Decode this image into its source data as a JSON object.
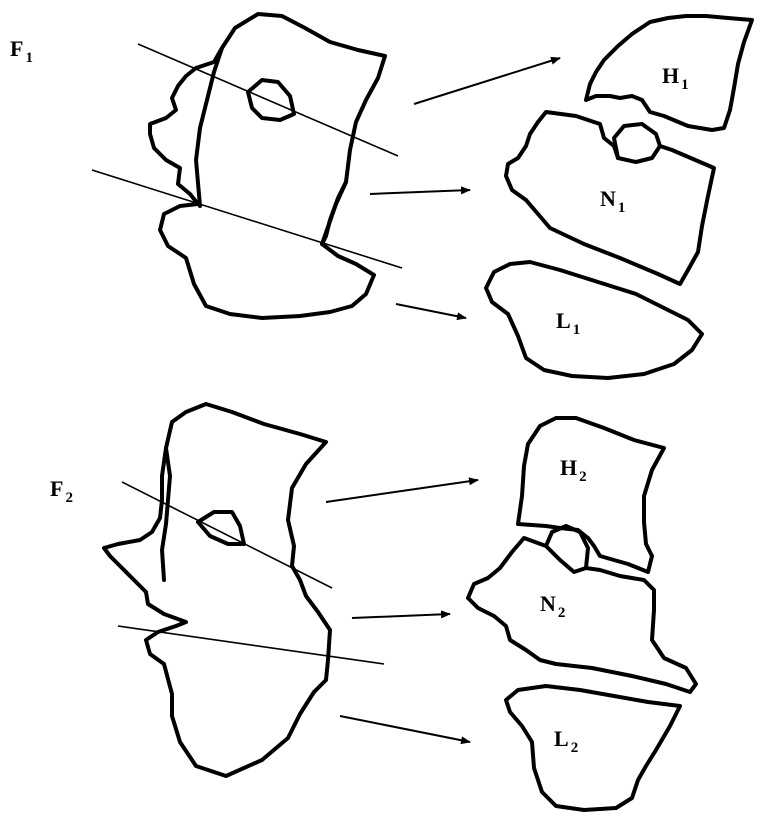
{
  "figure_1": {
    "source": {
      "letter": "F",
      "index": "1"
    },
    "pieces": [
      {
        "letter": "H",
        "index": "1"
      },
      {
        "letter": "N",
        "index": "1"
      },
      {
        "letter": "L",
        "index": "1"
      }
    ]
  },
  "figure_2": {
    "source": {
      "letter": "F",
      "index": "2"
    },
    "pieces": [
      {
        "letter": "H",
        "index": "2"
      },
      {
        "letter": "N",
        "index": "2"
      },
      {
        "letter": "L",
        "index": "2"
      }
    ]
  }
}
